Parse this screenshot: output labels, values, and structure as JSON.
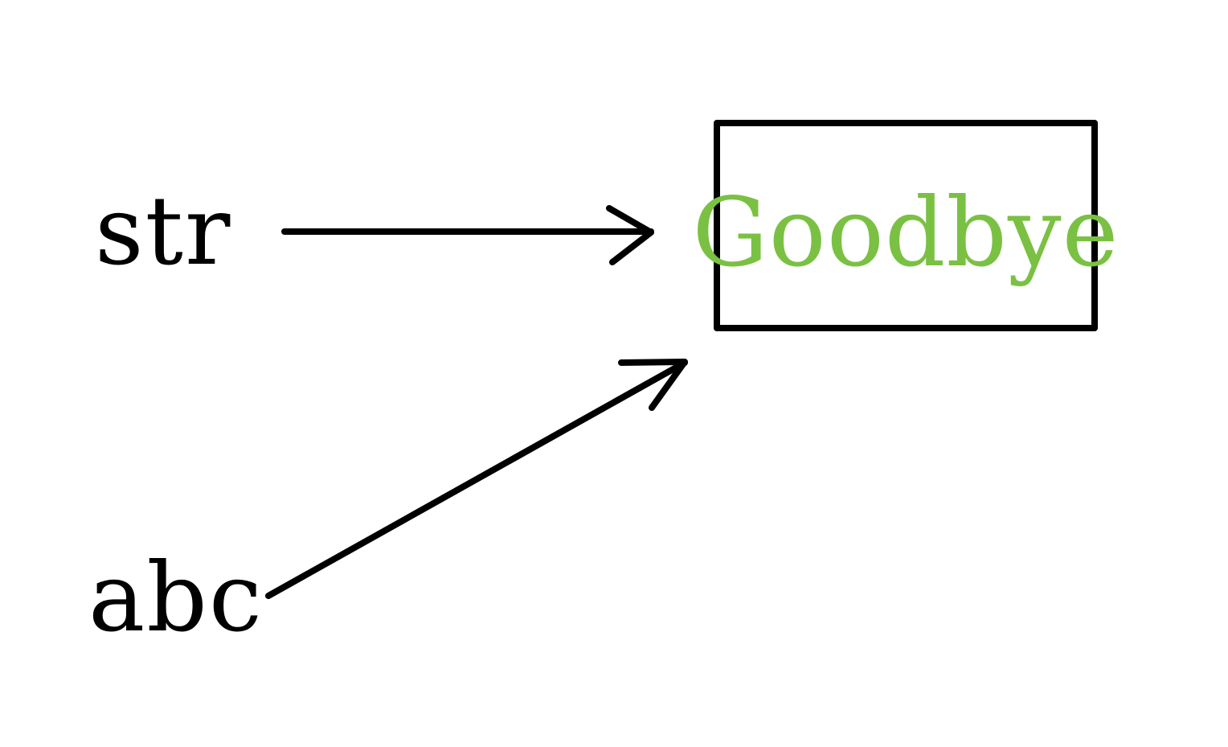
{
  "diagram": {
    "variables": [
      {
        "name": "str"
      },
      {
        "name": "abc"
      }
    ],
    "object": {
      "value": "Goodbye"
    },
    "colors": {
      "ink": "#000000",
      "value_text": "#7ac143",
      "background": "#ffffff"
    }
  }
}
